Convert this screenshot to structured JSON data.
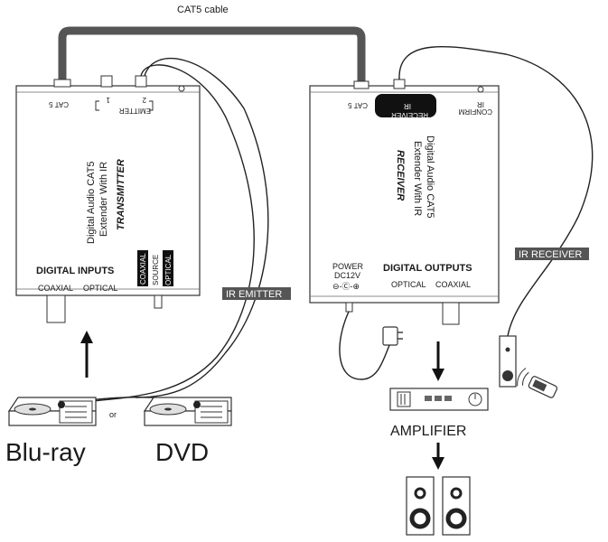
{
  "cable_label": "CAT5 cable",
  "transmitter": {
    "cat5": "CAT 5",
    "emitter": "EMITTER",
    "emitter_1": "1",
    "emitter_2": "2",
    "title_line1": "Digital Audio CAT5",
    "title_line2": "Extender With IR",
    "title_line3": "TRANSMITTER",
    "source_coaxial": "COAXIAL",
    "source_label": "SOURCE",
    "source_optical": "OPTICAL",
    "section": "DIGITAL  INPUTS",
    "coaxial": "COAXIAL",
    "optical": "OPTICAL"
  },
  "receiver": {
    "cat5": "CAT 5",
    "ir_receiver_line1": "IR",
    "ir_receiver_line2": "RECEIVER",
    "ir_confirm_line1": "IR",
    "ir_confirm_line2": "CONFIRM",
    "title_line1": "Digital Audio CAT5",
    "title_line2": "Extender With IR",
    "title_line3": "RECEIVER",
    "power": "POWER",
    "dc12v": "DC12V",
    "polarity": "⊖-Ⓒ-⊕",
    "section": "DIGITAL OUTPUTS",
    "optical": "OPTICAL",
    "coaxial": "COAXIAL"
  },
  "tags": {
    "ir_emitter": "IR EMITTER",
    "ir_receiver": "IR RECEIVER"
  },
  "sources": {
    "bluray": "Blu-ray",
    "or": "or",
    "dvd": "DVD"
  },
  "amplifier": "AMPLIFIER"
}
